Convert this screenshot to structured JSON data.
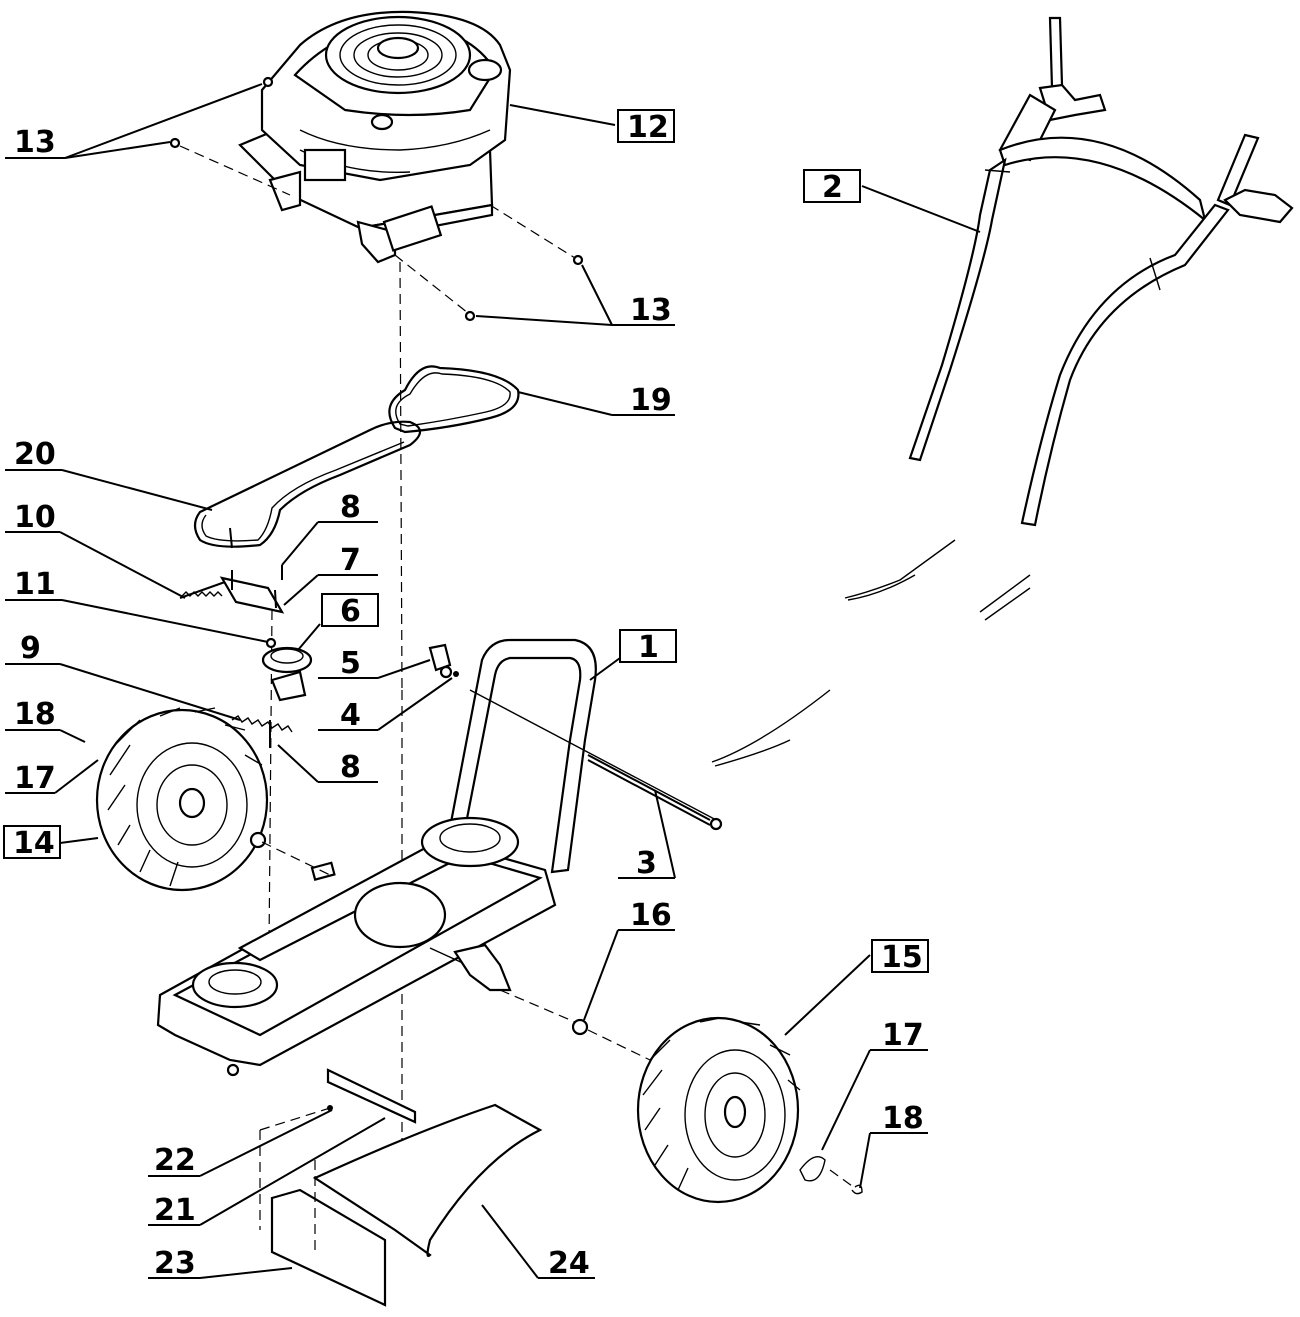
{
  "diagram": {
    "callouts": [
      {
        "id": "c13a",
        "label": "13",
        "boxed": false
      },
      {
        "id": "c12",
        "label": "12",
        "boxed": true
      },
      {
        "id": "c13b",
        "label": "13",
        "boxed": false
      },
      {
        "id": "c2",
        "label": "2",
        "boxed": true
      },
      {
        "id": "c19",
        "label": "19",
        "boxed": false
      },
      {
        "id": "c20",
        "label": "20",
        "boxed": false
      },
      {
        "id": "c10",
        "label": "10",
        "boxed": false
      },
      {
        "id": "c8a",
        "label": "8",
        "boxed": false
      },
      {
        "id": "c7",
        "label": "7",
        "boxed": false
      },
      {
        "id": "c11",
        "label": "11",
        "boxed": false
      },
      {
        "id": "c6",
        "label": "6",
        "boxed": true
      },
      {
        "id": "c5",
        "label": "5",
        "boxed": false
      },
      {
        "id": "c1",
        "label": "1",
        "boxed": true
      },
      {
        "id": "c9",
        "label": "9",
        "boxed": false
      },
      {
        "id": "c4",
        "label": "4",
        "boxed": false
      },
      {
        "id": "c18a",
        "label": "18",
        "boxed": false
      },
      {
        "id": "c17a",
        "label": "17",
        "boxed": false
      },
      {
        "id": "c8b",
        "label": "8",
        "boxed": false
      },
      {
        "id": "c14",
        "label": "14",
        "boxed": true
      },
      {
        "id": "c3",
        "label": "3",
        "boxed": false
      },
      {
        "id": "c16",
        "label": "16",
        "boxed": false
      },
      {
        "id": "c15",
        "label": "15",
        "boxed": true
      },
      {
        "id": "c17b",
        "label": "17",
        "boxed": false
      },
      {
        "id": "c18b",
        "label": "18",
        "boxed": false
      },
      {
        "id": "c22",
        "label": "22",
        "boxed": false
      },
      {
        "id": "c21",
        "label": "21",
        "boxed": false
      },
      {
        "id": "c23",
        "label": "23",
        "boxed": false
      },
      {
        "id": "c24",
        "label": "24",
        "boxed": false
      }
    ]
  }
}
